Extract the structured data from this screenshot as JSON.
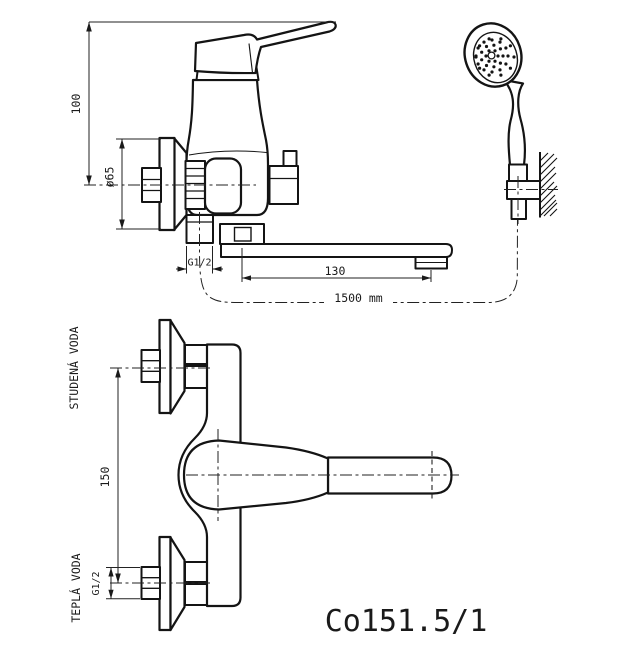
{
  "drawing": {
    "product_code": "Co151.5/1",
    "labels": {
      "cold_water": "STUDENÁ VODA",
      "warm_water": "TEPLÁ VODA"
    },
    "dimensions": {
      "height": "100",
      "flange_diameter": "ø65",
      "shower_outlet_thread": "G1/2",
      "spout_reach": "130",
      "hose_length": "1500 mm",
      "inlet_spacing": "150",
      "inlet_thread": "G1/2"
    },
    "colors": {
      "line": "#141414",
      "background": "#ffffff"
    }
  }
}
